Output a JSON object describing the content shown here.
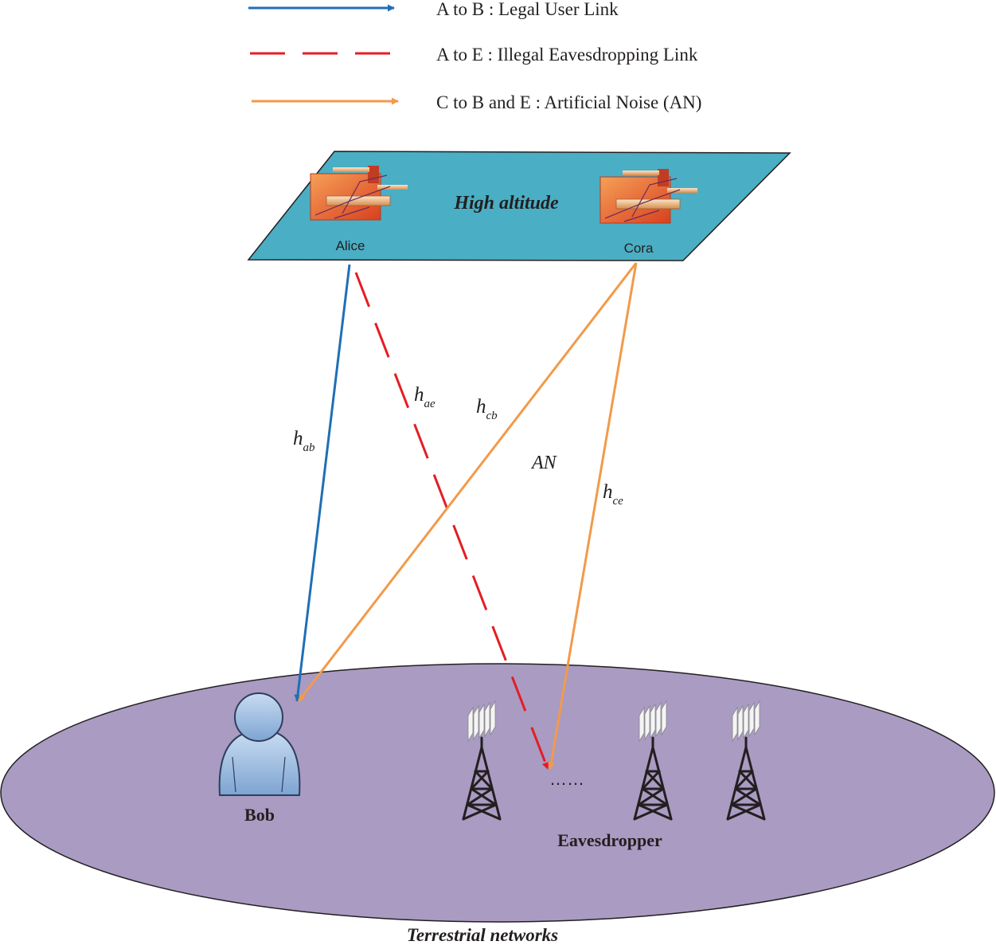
{
  "colors": {
    "legal_link": "#1f6fb5",
    "eavesdrop_link": "#e31e24",
    "artificial_noise": "#f29a4a",
    "high_altitude_plane": "#4aaec4",
    "terrestrial_plane": "#a99bc2",
    "uav_body": "#e8572a",
    "bob": "#8fb4de"
  },
  "legend": [
    {
      "label": "A to B : Legal User Link",
      "style": "solid",
      "color": "#1f6fb5"
    },
    {
      "label": "A to E : Illegal Eavesdropping Link",
      "style": "dashed",
      "color": "#e31e24"
    },
    {
      "label": "C to B and E : Artificial Noise (AN)",
      "style": "solid",
      "color": "#f29a4a"
    }
  ],
  "planes": {
    "high_label": "High altitude",
    "ground_label": "Terrestrial networks"
  },
  "nodes": {
    "alice": "Alice",
    "cora": "Cora",
    "bob": "Bob",
    "eavesdropper": "Eavesdropper",
    "ellipsis": "……"
  },
  "channels": {
    "hab": {
      "base": "h",
      "sub": "ab"
    },
    "hae": {
      "base": "h",
      "sub": "ae"
    },
    "hcb": {
      "base": "h",
      "sub": "cb"
    },
    "hce": {
      "base": "h",
      "sub": "ce"
    },
    "an": "AN"
  },
  "icons": {
    "uav": "uav-aircraft-icon",
    "bob": "user-person-icon",
    "tower": "antenna-tower-icon"
  }
}
